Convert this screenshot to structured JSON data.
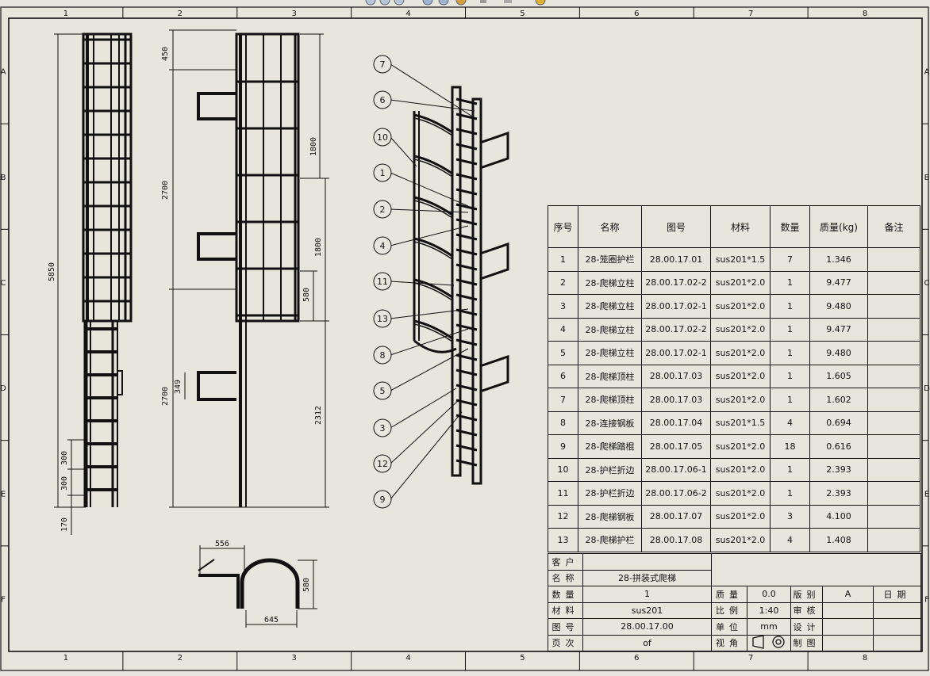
{
  "zones": {
    "columns": [
      "1",
      "2",
      "3",
      "4",
      "5",
      "6",
      "7",
      "8"
    ],
    "rows": [
      "A",
      "B",
      "C",
      "D",
      "E",
      "F"
    ]
  },
  "dimensions": {
    "total_height": "5850",
    "top_offset": "450",
    "upper_section": "2700",
    "lower_section": "2700",
    "segment_1800_top": "1800",
    "segment_1800_mid": "1800",
    "gap_580": "580",
    "height_2312": "2312",
    "bracket_349": "349",
    "rung_300_a": "300",
    "rung_300_b": "300",
    "base_170": "170",
    "plan_556": "556",
    "plan_645": "645",
    "plan_580": "580"
  },
  "balloons": [
    "7",
    "6",
    "10",
    "1",
    "2",
    "4",
    "11",
    "13",
    "8",
    "5",
    "3",
    "12",
    "9"
  ],
  "bom": {
    "headers": [
      "序号",
      "名称",
      "图号",
      "材料",
      "数量",
      "质量(kg)",
      "备注"
    ],
    "rows": [
      [
        "1",
        "28-笼圈护栏",
        "28.00.17.01",
        "sus201*1.5",
        "7",
        "1.346",
        ""
      ],
      [
        "2",
        "28-爬梯立柱",
        "28.00.17.02-2",
        "sus201*2.0",
        "1",
        "9.477",
        ""
      ],
      [
        "3",
        "28-爬梯立柱",
        "28.00.17.02-1",
        "sus201*2.0",
        "1",
        "9.480",
        ""
      ],
      [
        "4",
        "28-爬梯立柱",
        "28.00.17.02-2",
        "sus201*2.0",
        "1",
        "9.477",
        ""
      ],
      [
        "5",
        "28-爬梯立柱",
        "28.00.17.02-1",
        "sus201*2.0",
        "1",
        "9.480",
        ""
      ],
      [
        "6",
        "28-爬梯顶柱",
        "28.00.17.03",
        "sus201*2.0",
        "1",
        "1.605",
        ""
      ],
      [
        "7",
        "28-爬梯顶柱",
        "28.00.17.03",
        "sus201*2.0",
        "1",
        "1.602",
        ""
      ],
      [
        "8",
        "28-连接钢板",
        "28.00.17.04",
        "sus201*1.5",
        "4",
        "0.694",
        ""
      ],
      [
        "9",
        "28-爬梯踏棍",
        "28.00.17.05",
        "sus201*2.0",
        "18",
        "0.616",
        ""
      ],
      [
        "10",
        "28-护栏折边",
        "28.00.17.06-1",
        "sus201*2.0",
        "1",
        "2.393",
        ""
      ],
      [
        "11",
        "28-护栏折边",
        "28.00.17.06-2",
        "sus201*2.0",
        "1",
        "2.393",
        ""
      ],
      [
        "12",
        "28-爬梯钢板",
        "28.00.17.07",
        "sus201*2.0",
        "3",
        "4.100",
        ""
      ],
      [
        "13",
        "28-爬梯护栏",
        "28.00.17.08",
        "sus201*2.0",
        "4",
        "1.408",
        ""
      ]
    ]
  },
  "title_block": {
    "customer_label": "客户",
    "customer_value": "",
    "name_label": "名称",
    "name_value": "28-拼装式爬梯",
    "qty_label": "数量",
    "qty_value": "1",
    "material_label": "材料",
    "material_value": "sus201",
    "drawing_no_label": "图号",
    "drawing_no_value": "28.00.17.00",
    "page_label": "页次",
    "page_value": "of",
    "mass_label": "质量",
    "mass_value": "0.0",
    "scale_label": "比例",
    "scale_value": "1:40",
    "unit_label": "单位",
    "unit_value": "mm",
    "view_label": "视角",
    "version_label": "版别",
    "version_value": "A",
    "date_label": "日期",
    "review_label": "审核",
    "design_label": "设计",
    "drafting_label": "制图"
  },
  "colors": {
    "paper": "#e6e6dd",
    "ink": "#111111"
  },
  "icons": [
    "projection-symbol-icon",
    "toolbar-zoom-icon",
    "toolbar-view-icon"
  ]
}
